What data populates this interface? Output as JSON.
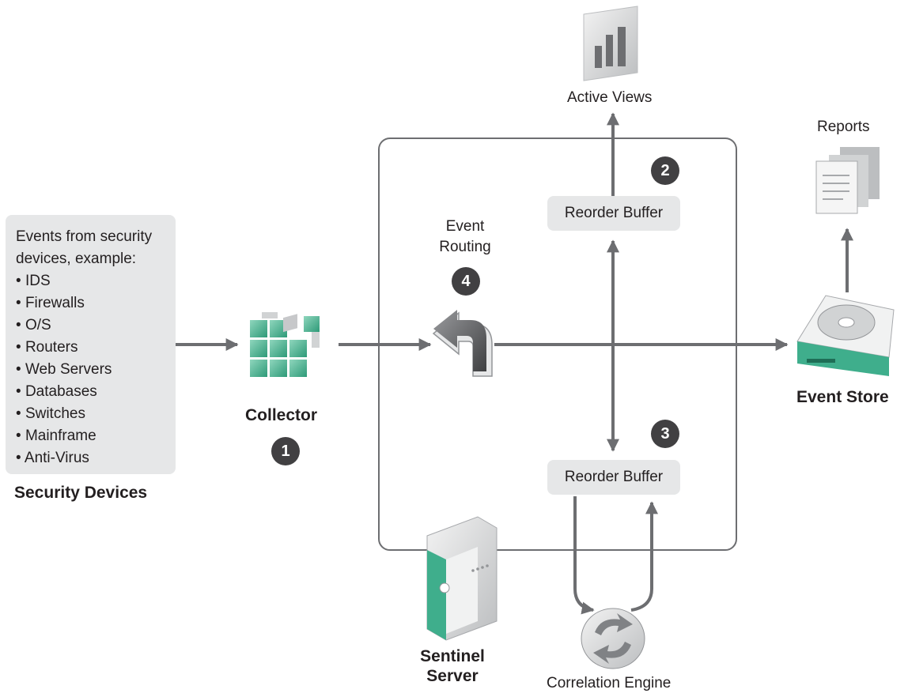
{
  "security_devices": {
    "intro": "Events from security devices, example:",
    "items": [
      "IDS",
      "Firewalls",
      "O/S",
      "Routers",
      "Web Servers",
      "Databases",
      "Switches",
      "Mainframe",
      "Anti-Virus"
    ],
    "title": "Security Devices"
  },
  "collector": {
    "title": "Collector",
    "step": "1"
  },
  "event_routing": {
    "label": "Event Routing",
    "step": "4"
  },
  "active_views": {
    "label": "Active Views"
  },
  "reports": {
    "label": "Reports"
  },
  "event_store": {
    "title": "Event Store"
  },
  "reorder_buffer_top": {
    "label": "Reorder Buffer",
    "step": "2"
  },
  "reorder_buffer_bottom": {
    "label": "Reorder Buffer",
    "step": "3"
  },
  "sentinel_server": {
    "title": "Sentinel Server"
  },
  "correlation_engine": {
    "label": "Correlation Engine"
  },
  "colors": {
    "arrow": "#6d6e71",
    "badge": "#414042",
    "box": "#e6e7e8",
    "accent_green": "#3fae8c"
  },
  "icons": [
    "collector-cubes-icon",
    "event-routing-arrow-icon",
    "bar-chart-icon",
    "report-documents-icon",
    "hard-disk-icon",
    "server-tower-icon",
    "correlation-cycle-icon"
  ]
}
